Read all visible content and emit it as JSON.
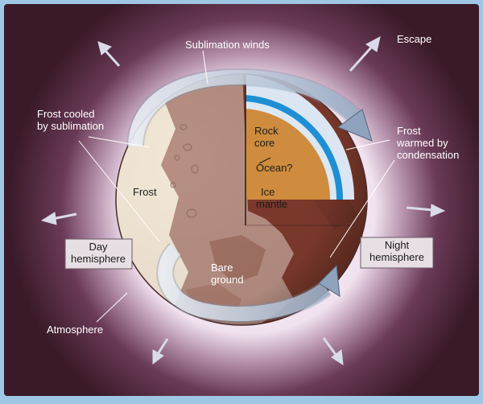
{
  "labels": {
    "sublimation_winds": "Sublimation winds",
    "escape": "Escape",
    "frost_cooled_line1": "Frost cooled",
    "frost_cooled_line2": "by sublimation",
    "frost_warmed_line1": "Frost",
    "frost_warmed_line2": "warmed by",
    "frost_warmed_line3": "condensation",
    "frost": "Frost",
    "rock_core_line1": "Rock",
    "rock_core_line2": "core",
    "ocean": "Ocean?",
    "ice_mantle_line1": "Ice",
    "ice_mantle_line2": "mantle",
    "day_hemisphere_line1": "Day",
    "day_hemisphere_line2": "hemisphere",
    "night_hemisphere_line1": "Night",
    "night_hemisphere_line2": "hemisphere",
    "bare_ground_line1": "Bare",
    "bare_ground_line2": "ground",
    "atmosphere": "Atmosphere"
  },
  "colors": {
    "frame": "#9fc6e4",
    "space": "#3a1a28",
    "glow": "#f4eaf4",
    "frost": "#f3e7d6",
    "dayside": "#b78f83",
    "nightside": "#7e3a2c",
    "rock_core": "#cf8c3e",
    "ocean": "#1f8fd3",
    "ice": "#dbe6f2",
    "wind_arrow": "#b8c5d6"
  }
}
